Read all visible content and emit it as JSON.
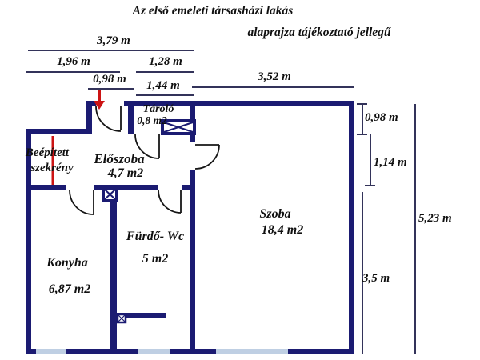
{
  "title": {
    "line1": "Az első emeleti társasházi lakás",
    "line2": "alaprajza tájékoztató jellegű"
  },
  "rooms": {
    "tarolo": {
      "name": "Tároló",
      "area": "0,8 m2"
    },
    "eloszoba": {
      "name": "Előszoba",
      "area": "4,7 m2"
    },
    "wardrobe": {
      "line1": "Beépített",
      "line2": "szekrény"
    },
    "furdo": {
      "name": "Fürdő- Wc",
      "area": "5 m2"
    },
    "konyha": {
      "name": "Konyha",
      "area": "6,87 m2"
    },
    "szoba": {
      "name": "Szoba",
      "area": "18,4 m2"
    }
  },
  "dimensions": {
    "top": {
      "total": "3,79 m",
      "left": "1,96 m",
      "right": "1,28 m",
      "inner_left": "0,98 m",
      "inner_right": "1,44 m",
      "szoba_width": "3,52 m"
    },
    "right": {
      "seg1": "0,98 m",
      "seg2": "1,14 m",
      "total": "5,23 m",
      "seg3": "3,5 m"
    }
  },
  "colors": {
    "wall": "#1b1b72",
    "window": "#bfcfe3",
    "accent_red": "#cc1414",
    "text": "#101010",
    "dim_line": "#33335a",
    "background": "#ffffff"
  }
}
